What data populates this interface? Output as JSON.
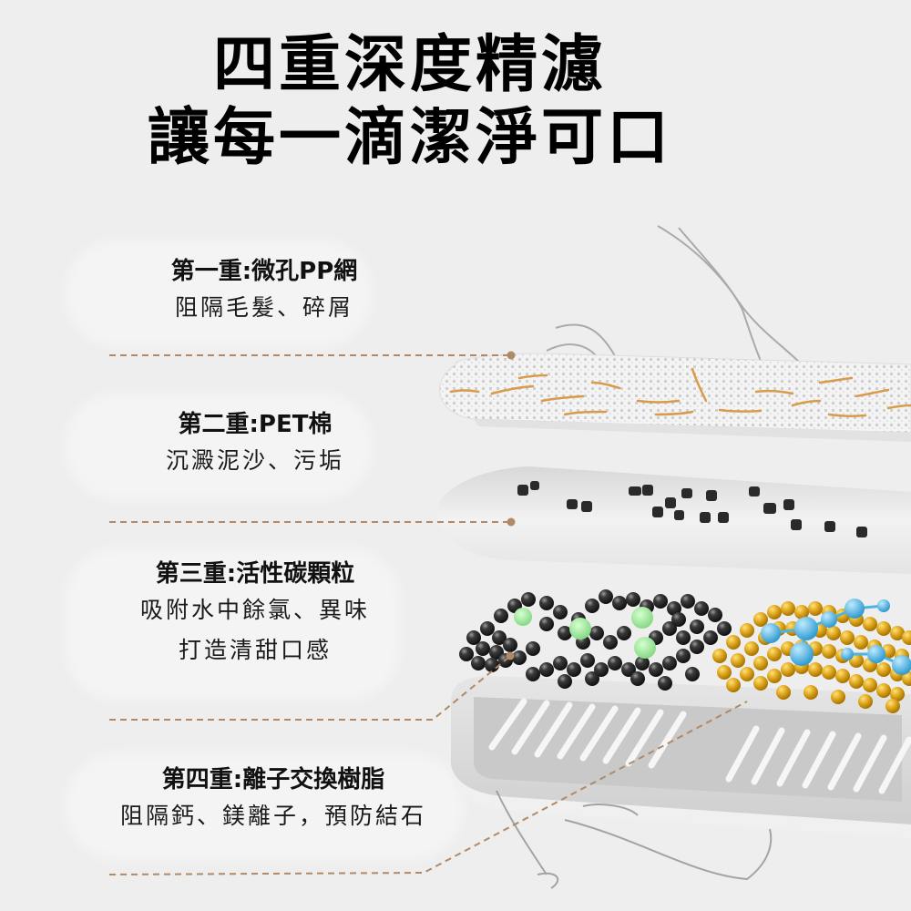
{
  "headline": {
    "line1": "四重深度精濾",
    "line2": "讓每一滴潔淨可口"
  },
  "stages": [
    {
      "title": "第一重:微孔PP網",
      "desc": [
        "阻隔毛髮、碎屑"
      ]
    },
    {
      "title": "第二重:PET棉",
      "desc": [
        "沉澱泥沙、污垢"
      ]
    },
    {
      "title": "第三重:活性碳顆粒",
      "desc": [
        "吸附水中餘氯、異味",
        "打造清甜口感"
      ]
    },
    {
      "title": "第四重:離子交換樹脂",
      "desc": [
        "阻隔鈣、鎂離子，預防結石"
      ]
    }
  ],
  "colors": {
    "background": "#eeeeee",
    "leader_line": "#b08a66",
    "hair_fiber": "#d99a4a",
    "carbon": "#2a2a2a",
    "chlorine_green": "#9be39a",
    "resin_yellow": "#e0a820",
    "ion_blue": "#4fb3e0",
    "tray": "#d8d8d8"
  },
  "illustration": {
    "layers": [
      "pp-mesh-filter",
      "pet-cotton-filter",
      "activated-carbon-granules",
      "ion-exchange-resin",
      "filter-tray"
    ]
  }
}
